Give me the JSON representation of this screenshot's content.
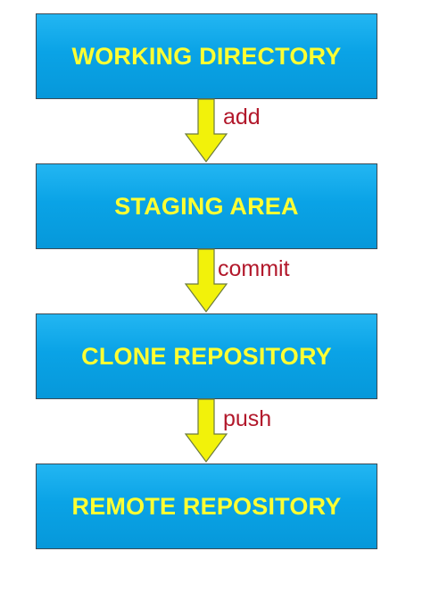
{
  "diagram": {
    "stages": [
      {
        "label": "WORKING DIRECTORY"
      },
      {
        "label": "STAGING AREA"
      },
      {
        "label": "CLONE REPOSITORY"
      },
      {
        "label": "REMOTE REPOSITORY"
      }
    ],
    "transitions": [
      {
        "label": "add"
      },
      {
        "label": "commit"
      },
      {
        "label": "push"
      }
    ]
  },
  "colors": {
    "box_fill": "#0aa3e6",
    "box_text": "#ffff33",
    "arrow_fill": "#f2f20a",
    "arrow_stroke": "#6b7a40",
    "transition_text": "#b2182b"
  }
}
